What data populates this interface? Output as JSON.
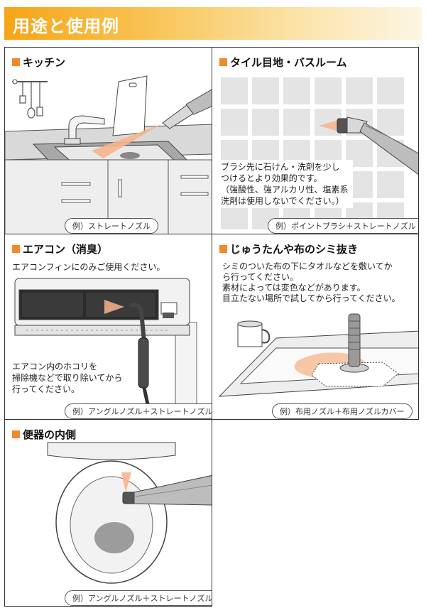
{
  "header": {
    "title": "用途と使用例"
  },
  "sections": {
    "kitchen": {
      "title": "キッチン",
      "note": "例）ストレートノズル"
    },
    "tile": {
      "title": "タイル目地・バスルーム",
      "desc": [
        "ブラシ先に石けん・洗剤を少し",
        "つけるとより効果的です。",
        "（強酸性、強アルカリ性、塩素系",
        "洗剤は使用しないでください。）"
      ],
      "note": "例）ポイントブラシ＋ストレートノズル"
    },
    "aircon": {
      "title": "エアコン（消臭）",
      "desc_top": "エアコンフィンにのみご使用ください。",
      "desc_bottom": [
        "エアコン内のホコリを",
        "掃除機などで取り除いてから",
        "行ってください。"
      ],
      "note": "例）アングルノズル＋ストレートノズル"
    },
    "cloth": {
      "title": "じゅうたんや布のシミ抜き",
      "desc": [
        "シミのついた布の下にタオルなどを敷いてか",
        "ら行ってください。",
        "素材によっては変色などがあります。",
        "目立たない場所で試してから行ってください。"
      ],
      "note": "例）布用ノズル＋布用ノズルカバー"
    },
    "toilet": {
      "title": "便器の内側",
      "note": "例）アングルノズル＋ストレートノズル"
    }
  },
  "colors": {
    "accent": "#f08a2a",
    "steam": "#f6b58a",
    "banner": "#f6a417"
  }
}
